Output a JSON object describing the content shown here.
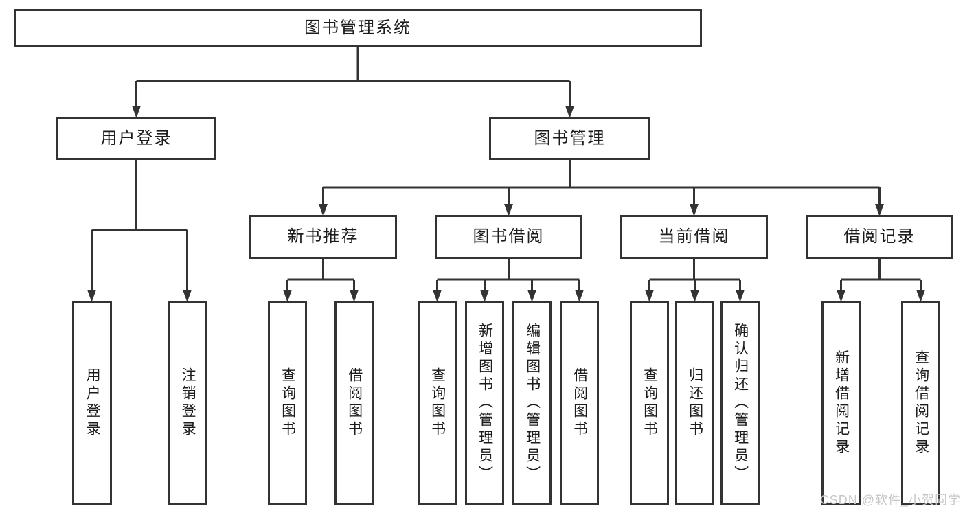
{
  "colors": {
    "line": "#333333",
    "text": "#1c1c1c",
    "background": "#ffffff",
    "watermark_color": "#c7c7c7"
  },
  "root": {
    "label": "图书管理系统"
  },
  "branches": {
    "user_login": {
      "label": "用户登录",
      "children": {
        "login": {
          "label": "用户登录"
        },
        "logout": {
          "label": "注销登录"
        }
      }
    },
    "book_management": {
      "label": "图书管理",
      "children": {
        "new_book_recommend": {
          "label": "新书推荐",
          "children": {
            "query_books": {
              "label": "查询图书"
            },
            "borrow_books": {
              "label": "借阅图书"
            }
          }
        },
        "book_borrow": {
          "label": "图书借阅",
          "children": {
            "query_books": {
              "label": "查询图书"
            },
            "add_books": {
              "label": "新增图书（管理员）"
            },
            "edit_books": {
              "label": "编辑图书（管理员）"
            },
            "borrow_books": {
              "label": "借阅图书"
            }
          }
        },
        "current_borrow": {
          "label": "当前借阅",
          "children": {
            "query_books": {
              "label": "查询图书"
            },
            "return_books": {
              "label": "归还图书"
            },
            "confirm_return": {
              "label": "确认归还（管理员）"
            }
          }
        },
        "borrow_record": {
          "label": "借阅记录",
          "children": {
            "add_record": {
              "label": "新增借阅记录"
            },
            "query_record": {
              "label": "查询借阅记录"
            }
          }
        }
      }
    }
  },
  "watermark": {
    "text": "CSDN @软件_小贺同学"
  }
}
